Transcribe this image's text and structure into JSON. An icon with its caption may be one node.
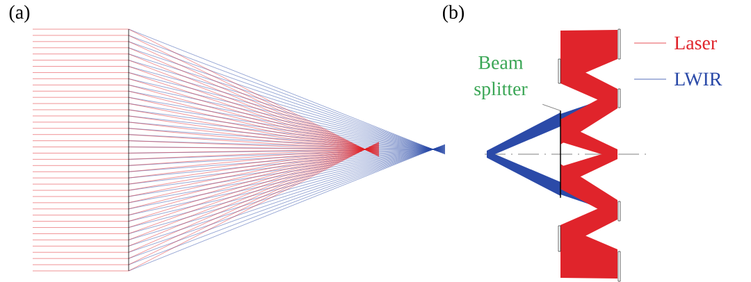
{
  "diagram": {
    "nodes": [
      {
        "text": [
          "Beam splitter"
        ]
      },
      {
        "text": [],
        "shape": "bar"
      }
    ],
    "edges": [
      {
        "from": 0,
        "to": 1,
        "arrow": "none"
      }
    ],
    "labels": [
      "(a)",
      "(b)"
    ],
    "legend": [
      {
        "text": "Laser"
      },
      {
        "text": "LWIR"
      }
    ]
  }
}
